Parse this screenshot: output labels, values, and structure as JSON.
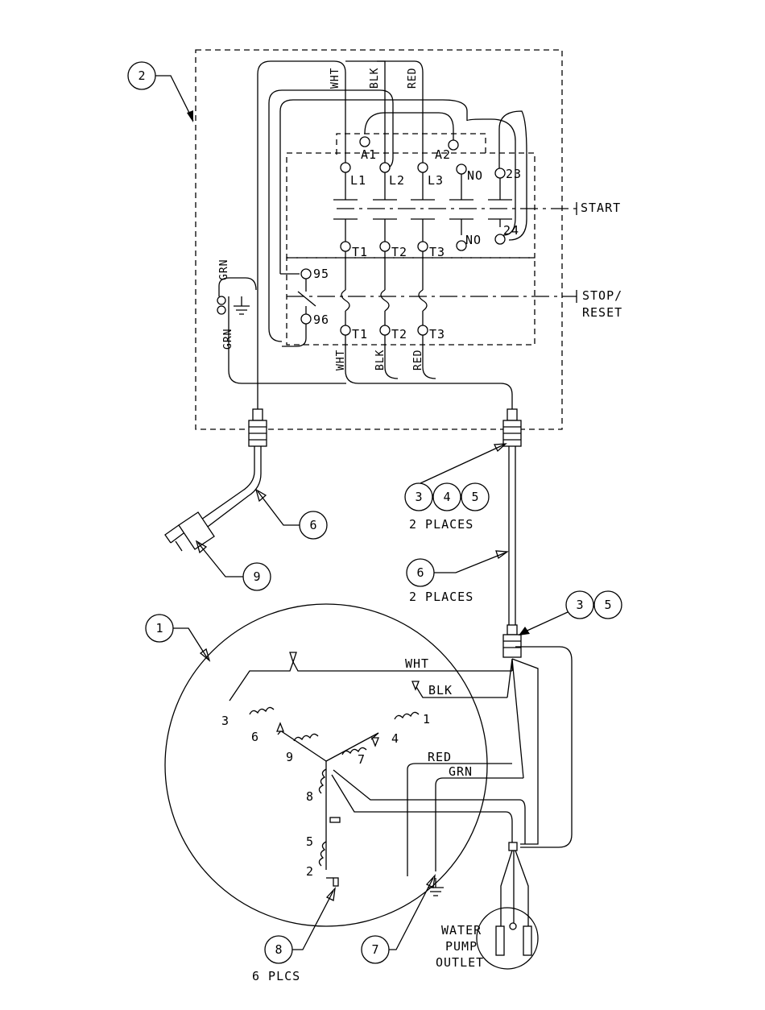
{
  "diagram": {
    "callouts": {
      "c2": "2",
      "c6a": "6",
      "c9": "9",
      "c3a": "3",
      "c4": "4",
      "c5a": "5",
      "c6b": "6",
      "c3b": "3",
      "c5b": "5",
      "c1": "1",
      "c8": "8",
      "c7": "7"
    },
    "notes": {
      "two_places_a": "2 PLACES",
      "two_places_b": "2 PLACES",
      "six_plcs": "6 PLCS"
    },
    "wire_labels": {
      "wht_top": "WHT",
      "blk_top": "BLK",
      "red_top": "RED",
      "wht_bot": "WHT",
      "blk_bot": "BLK",
      "red_bot": "RED",
      "grn_top": "GRN",
      "grn_bot": "GRN",
      "motor_wht": "WHT",
      "motor_blk": "BLK",
      "motor_red": "RED",
      "motor_grn": "GRN"
    },
    "terminals": {
      "a1": "A1",
      "a2": "A2",
      "l1": "L1",
      "l2": "L2",
      "l3": "L3",
      "no_top": "NO",
      "t23": "23",
      "no_bot": "NO",
      "t24": "24",
      "t1a": "T1",
      "t2a": "T2",
      "t3a": "T3",
      "t95": "95",
      "t96": "96",
      "t1b": "T1",
      "t2b": "T2",
      "t3b": "T3"
    },
    "actuators": {
      "start": "START",
      "stop_line1": "STOP/",
      "stop_line2": "RESET"
    },
    "motor_leads": {
      "n3": "3",
      "n6": "6",
      "n9": "9",
      "n1": "1",
      "n4": "4",
      "n7": "7",
      "n8": "8",
      "n5": "5",
      "n2": "2"
    },
    "outlet": {
      "line1": "WATER",
      "line2": "PUMP",
      "line3": "OUTLET"
    }
  }
}
